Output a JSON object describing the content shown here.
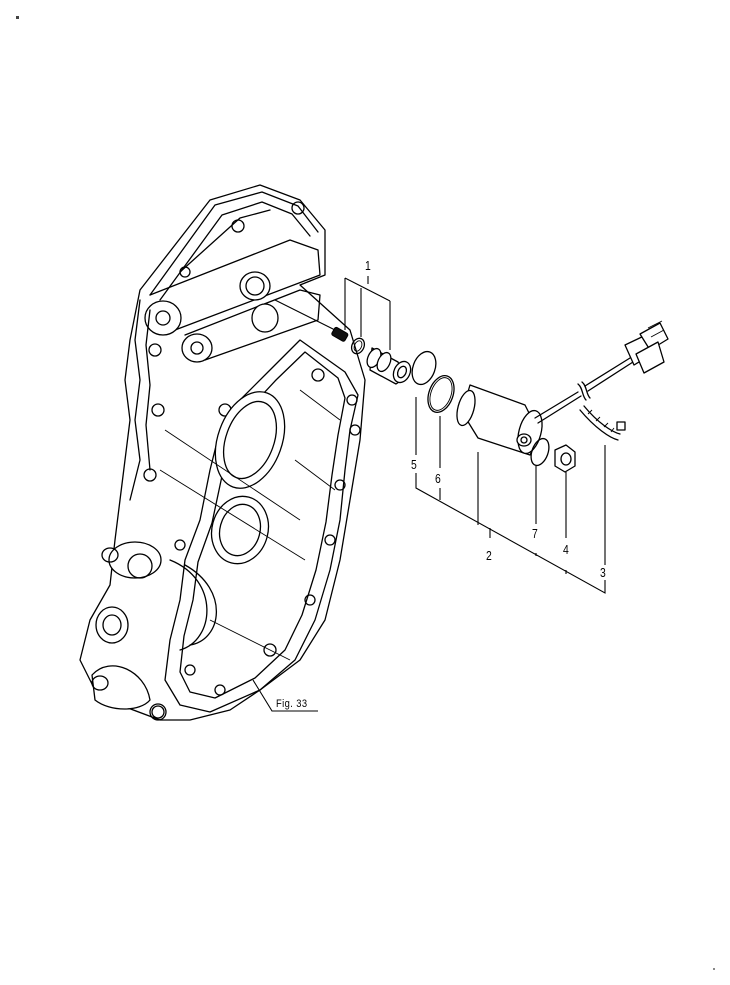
{
  "diagram": {
    "type": "exploded-parts-diagram",
    "colors": {
      "line": "#000000",
      "background": "#ffffff"
    },
    "callouts": [
      {
        "id": "1",
        "label": "1"
      },
      {
        "id": "2",
        "label": "2"
      },
      {
        "id": "3",
        "label": "3"
      },
      {
        "id": "4",
        "label": "4"
      },
      {
        "id": "5",
        "label": "5"
      },
      {
        "id": "6",
        "label": "6"
      },
      {
        "id": "7",
        "label": "7"
      }
    ],
    "figure_reference": "Fig. 33",
    "parts": [
      {
        "name": "housing-cover",
        "ref": "Fig. 33"
      },
      {
        "name": "valve-assembly",
        "callout": "1",
        "subparts": [
          "spring",
          "o-ring",
          "spool"
        ]
      },
      {
        "name": "solenoid-sensor",
        "callout": "2"
      },
      {
        "name": "cable-band",
        "callout": "3"
      },
      {
        "name": "nut",
        "callout": "4"
      },
      {
        "name": "o-ring-small",
        "callout": "5"
      },
      {
        "name": "o-ring-large",
        "callout": "6"
      },
      {
        "name": "o-ring-sensor",
        "callout": "7"
      }
    ]
  }
}
